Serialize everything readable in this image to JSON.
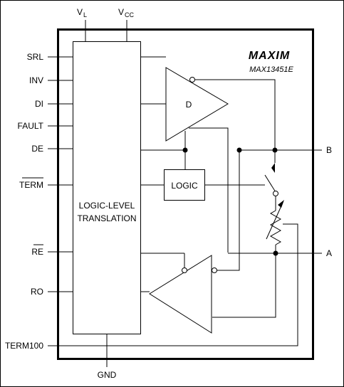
{
  "pins_left": {
    "srl": "SRL",
    "inv": "INV",
    "di": "DI",
    "fault": "FAULT",
    "de": "DE",
    "term": "TERM",
    "re": "RE",
    "ro": "RO",
    "term100": "TERM100"
  },
  "pins_top": {
    "vl_main": "V",
    "vl_sub": "L",
    "vcc_main": "V",
    "vcc_sub": "CC"
  },
  "pins_bottom": {
    "gnd": "GND"
  },
  "pins_right": {
    "b": "B",
    "a": "A"
  },
  "blocks": {
    "translation_line1": "LOGIC-LEVEL",
    "translation_line2": "TRANSLATION",
    "logic": "LOGIC",
    "driver": "D"
  },
  "brand": {
    "logo": "MAXIM",
    "part_number": "MAX13451E"
  }
}
